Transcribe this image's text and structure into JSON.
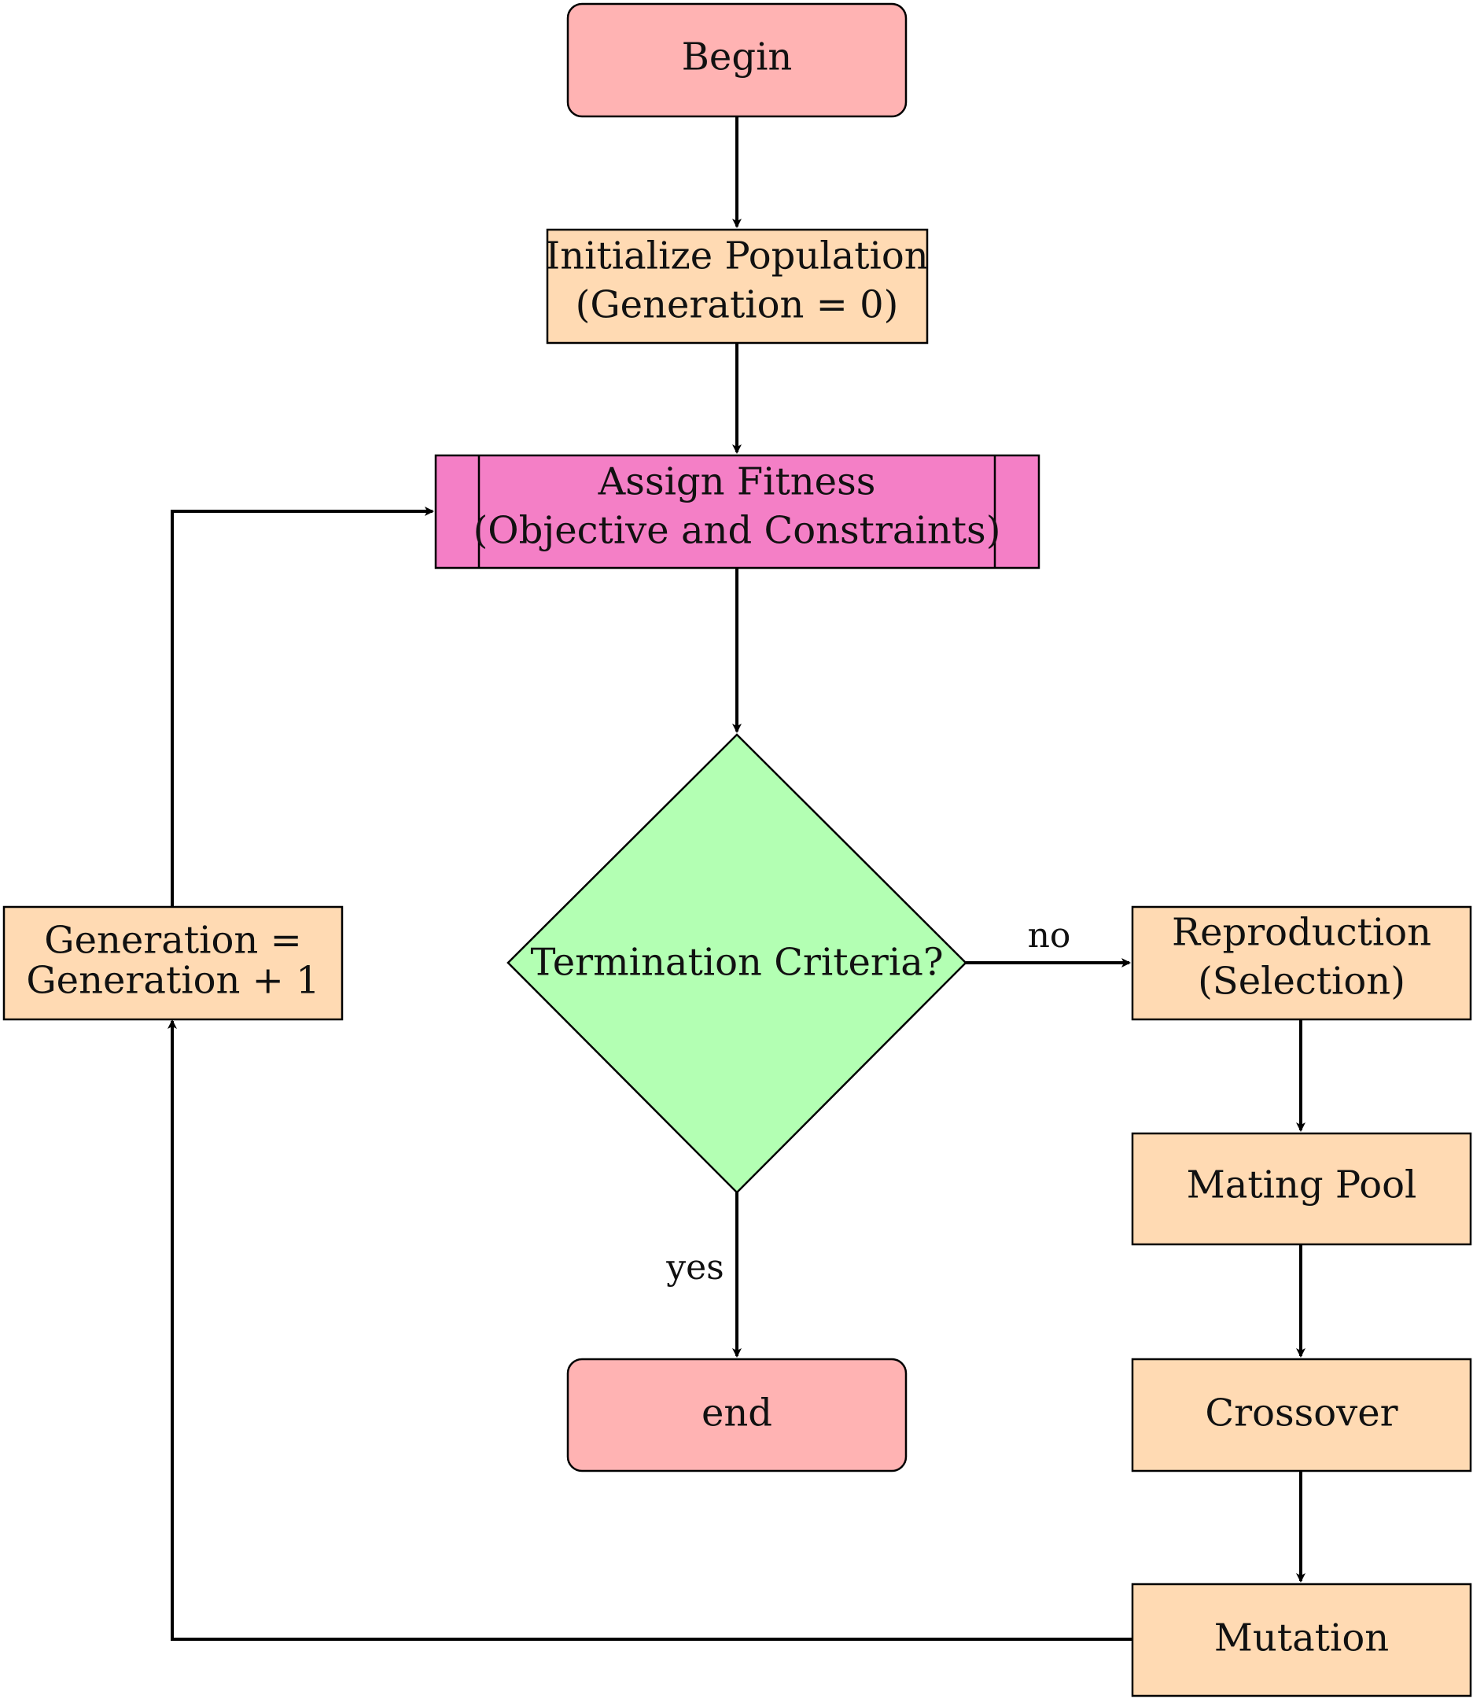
{
  "diagram": {
    "colors": {
      "terminal": "#FFB3B3",
      "process": "#FFDAB3",
      "subprocess": "#F47FC6",
      "decision": "#B3FFB3",
      "stroke": "#000000"
    },
    "nodes": {
      "begin": {
        "label": "Begin"
      },
      "init": {
        "line1": "Initialize Population",
        "line2": "(Generation = 0)"
      },
      "fitness": {
        "line1": "Assign Fitness",
        "line2": "(Objective and Constraints)"
      },
      "termination": {
        "label": "Termination Criteria?"
      },
      "end": {
        "label": "end"
      },
      "generation": {
        "line1": "Generation =",
        "line2": "Generation + 1"
      },
      "reproduction": {
        "line1": "Reproduction",
        "line2": "(Selection)"
      },
      "mating": {
        "label": "Mating Pool"
      },
      "crossover": {
        "label": "Crossover"
      },
      "mutation": {
        "label": "Mutation"
      }
    },
    "edge_labels": {
      "no": "no",
      "yes": "yes"
    }
  }
}
